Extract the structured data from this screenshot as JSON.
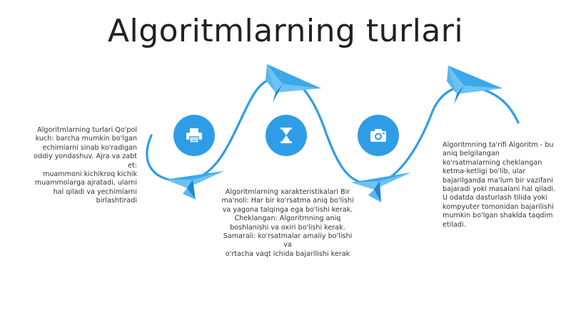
{
  "slide": {
    "title": "Algoritmlarning turlari",
    "colors": {
      "accent": "#2f9de6",
      "arrow_light": "#6cc3f2",
      "arrow_dark": "#1f86cf",
      "text": "#333333",
      "title": "#222222"
    },
    "icons": [
      "printer-icon",
      "hourglass-icon",
      "camera-icon"
    ],
    "blocks": [
      {
        "lines": [
          "Algoritmlarning turlari Qo'pol",
          "kuch: barcha mumkin bo'lgan",
          "echimlarni sinab ko'radigan",
          "oddiy yondashuv. Ajra va zabt et:",
          "muammoni kichikroq kichik",
          "muammolarga ajratadi, ularni",
          "hal qiladi va yechimlarni",
          "birlashtiradi"
        ]
      },
      {
        "lines": [
          "Algoritmlarning xarakteristikalari Bir",
          "ma'noli: Har bir ko'rsatma aniq bo'lishi",
          "va yagona talqinga ega bo'lishi kerak.",
          "Cheklangan: Algoritmning aniq",
          "boshlanishi va oxiri bo'lishi kerak.",
          "Samarali: ko'rsatmalar amaliy bo'lishi va",
          "o'rtacha vaqt ichida bajarilishi kerak"
        ]
      },
      {
        "lines": [
          "Algoritmning ta'rifi Algoritm - bu",
          "aniq belgilangan",
          "ko'rsatmalarning cheklangan",
          "ketma-ketligi bo'lib, ular",
          "bajarilganda ma'lum bir vazifani",
          "bajaradi yoki masalani hal qiladi.",
          "U odatda dasturlash tilida yoki",
          "kompyuter tomonidan bajarilishi",
          "mumkin bo'lgan shaklda taqdim",
          "etiladi."
        ]
      }
    ]
  }
}
